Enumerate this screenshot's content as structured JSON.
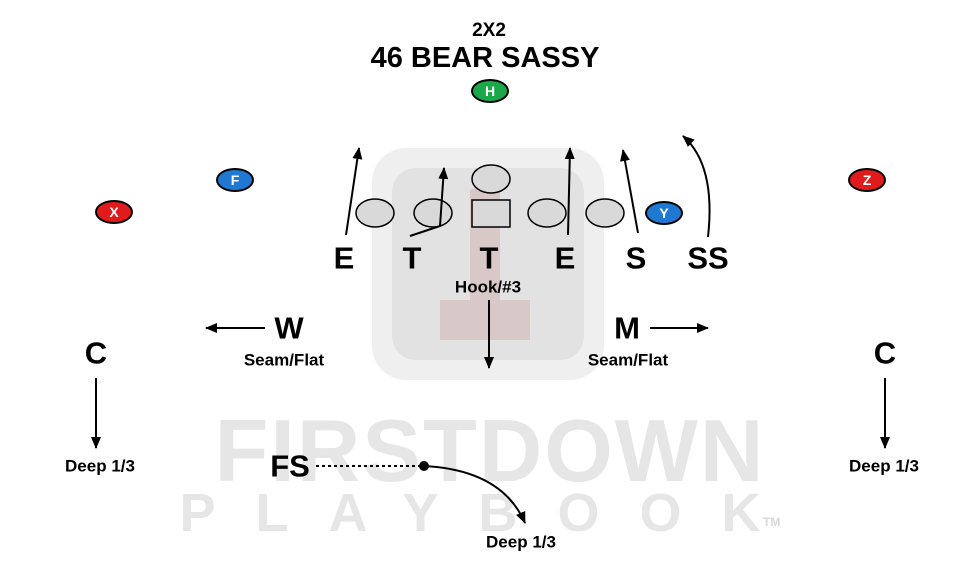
{
  "header": {
    "formation": "2X2",
    "play_name": "46 BEAR SASSY"
  },
  "offense": {
    "h": {
      "label": "H",
      "color": "#1aa84a"
    },
    "f": {
      "label": "F",
      "color": "#1f78d1"
    },
    "x": {
      "label": "X",
      "color": "#e11b1b"
    },
    "y": {
      "label": "Y",
      "color": "#1f78d1"
    },
    "z": {
      "label": "Z",
      "color": "#e11b1b"
    }
  },
  "defense": {
    "e_left": "E",
    "t_left": "T",
    "t_right": "T",
    "e_right": "E",
    "s": "S",
    "ss": "SS",
    "w": "W",
    "m": "M",
    "c_left": "C",
    "c_right": "C",
    "fs": "FS"
  },
  "assignments": {
    "hook": "Hook/#3",
    "w_seam_flat": "Seam/Flat",
    "m_seam_flat": "Seam/Flat",
    "c_left_deep": "Deep 1/3",
    "c_right_deep": "Deep 1/3",
    "fs_deep": "Deep 1/3"
  },
  "watermark": {
    "line1": "FIRSTDOWN",
    "line2": "PLAYBOOK",
    "tm": "TM"
  }
}
